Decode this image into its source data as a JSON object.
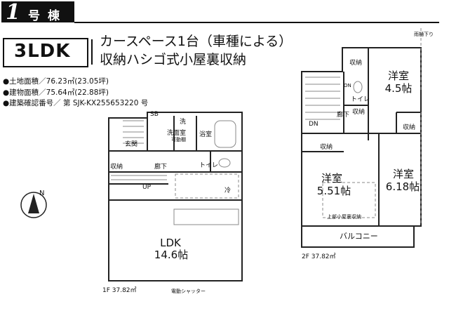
{
  "header": {
    "building_number": "1",
    "building_suffix_1": "号",
    "building_suffix_2": "棟",
    "layout_type": "3LDK",
    "headline_1": "カースペース1台（車種による）",
    "headline_2": "収納ハシゴ式小屋裏収納"
  },
  "specs": [
    "●土地面積／76.23㎡(23.05坪)",
    "●建物面積／75.64㎡(22.88坪)",
    "●建築確認番号／ 第 SJK-KX255653220 号"
  ],
  "floor1": {
    "area_label": "1F 37.82㎡",
    "rooms": {
      "ldk": "LDK",
      "ldk_size": "14.6帖",
      "genkan": "玄関",
      "storage": "収納",
      "hallway": "廊下",
      "toilet": "トイレ",
      "washroom": "洗面室",
      "washroom_sub": "可動棚",
      "bathroom": "浴室",
      "wash_mark": "洗",
      "ref_mark": "冷",
      "shoe_box": "SB",
      "up": "UP",
      "shutter": "電動シャッター"
    }
  },
  "floor2": {
    "area_label": "2F 37.82㎡",
    "rooms": {
      "western_a": "洋室",
      "western_a_size": "4.5帖",
      "western_b": "洋室",
      "western_b_size": "5.51帖",
      "western_c": "洋室",
      "western_c_size": "6.18帖",
      "storage_top": "収納",
      "storage_right": "収納",
      "storage_mid": "収納",
      "storage_small": "収納",
      "toilet": "トイレ",
      "hallway": "廊下",
      "dn": "DN",
      "balcony": "バルコニー",
      "attic": "上部小屋裏収納",
      "drainpipe": "雨樋下り"
    }
  },
  "compass": {
    "north": "N"
  }
}
